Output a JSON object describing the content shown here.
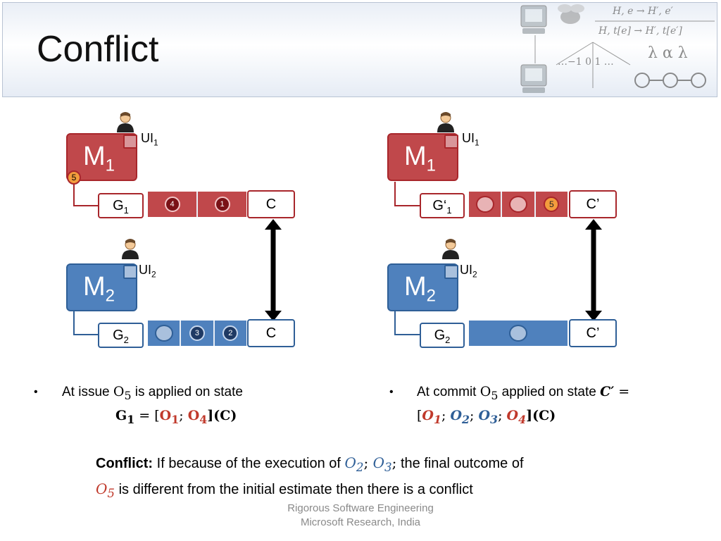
{
  "title": "Conflict",
  "left": {
    "m1": {
      "label": "M",
      "sub": "1"
    },
    "ui1": {
      "label": "UI",
      "sub": "1"
    },
    "badge": "5",
    "g1": {
      "label": "G",
      "sub": "1"
    },
    "queue_ops": [
      "4",
      "1"
    ],
    "c_top": "C",
    "m2": {
      "label": "M",
      "sub": "2"
    },
    "ui2": {
      "label": "UI",
      "sub": "2"
    },
    "g2": {
      "label": "G",
      "sub": "2"
    },
    "queue2_ops": [
      "3",
      "2"
    ],
    "c_bottom": "C"
  },
  "right": {
    "m1": {
      "label": "M",
      "sub": "1"
    },
    "ui1": {
      "label": "UI",
      "sub": "1"
    },
    "g1": {
      "label": "G‘",
      "sub": "1"
    },
    "queue_op": "5",
    "c_top": "C’",
    "m2": {
      "label": "M",
      "sub": "2"
    },
    "ui2": {
      "label": "UI",
      "sub": "2"
    },
    "g2": {
      "label": "G",
      "sub": "2"
    },
    "c_bottom": "C’"
  },
  "bullet_left": {
    "line1_a": "At issue ",
    "o": "O",
    "o_sub": "5",
    "line1_b": " is applied on state",
    "G": "G",
    "G_sub": "1",
    "eq": " = [",
    "O1": "O",
    "O1_sub": "1",
    "semi": "; ",
    "O4": "O",
    "O4_sub": "4",
    "close": "](C)"
  },
  "bullet_right": {
    "line1_a": "At commit ",
    "o": "O",
    "o_sub": "5",
    "line1_b": " applied on state ",
    "C": "C′",
    "eq": " =",
    "open": "[",
    "O1": "O",
    "O1_sub": "1",
    "O2": "O",
    "O2_sub": "2",
    "O3": "O",
    "O3_sub": "3",
    "O4": "O",
    "O4_sub": "4",
    "semi": "; ",
    "close": "](C)"
  },
  "conflict": {
    "label": "Conflict:",
    "text1": " If because of the execution of ",
    "O2": "O",
    "O2_sub": "2",
    "semi": "; ",
    "O3": "O",
    "O3_sub": "3",
    "semi2": ";",
    "text2": " the final outcome of",
    "O5": "O",
    "O5_sub": "5",
    "text3": " is different from the initial estimate then there is a conflict"
  },
  "footer": {
    "line1": "Rigorous Software Engineering",
    "line2": "Microsoft Research, India"
  },
  "logo_formulas": {
    "f1": "H, e  → H′, e′",
    "f2": "H, t[e]  → H′, t[e′]",
    "axis": "…−1  0  1 …",
    "greek": "λ α λ"
  },
  "bullet_symbol": "•",
  "colors": {
    "red": "#c0484b",
    "blue": "#4f81bd",
    "orange": "#f39c3d"
  }
}
